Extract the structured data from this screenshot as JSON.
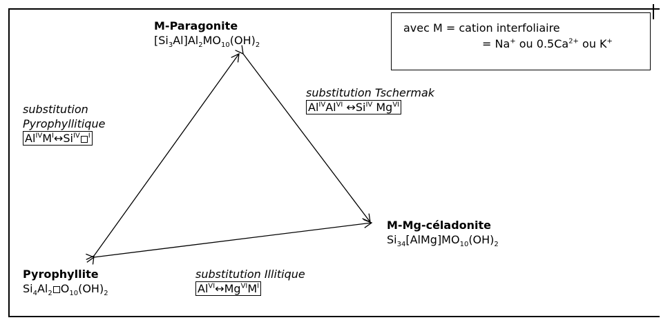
{
  "nodes": {
    "paragonite": {
      "name": "M-Paragonite",
      "formula": [
        "[Si",
        "3",
        "Al]Al",
        "2",
        "MO",
        "10",
        "(OH)",
        "2"
      ]
    },
    "celadonite": {
      "name": "M-Mg-céladonite",
      "formula": [
        "Si",
        "34",
        "[AlMg]MO",
        "10",
        "(OH)",
        "2"
      ]
    },
    "pyrophyllite": {
      "name": "Pyrophyllite",
      "formula": [
        "Si",
        "4",
        "Al",
        "2",
        "O",
        "10",
        "(OH)",
        "2"
      ]
    }
  },
  "legend": {
    "line1": "avec M = cation interfoliaire",
    "line2_prefix": "= Na",
    "na_charge": "+",
    "or1": " ou 0.5Ca",
    "ca_charge": "2+",
    "or2": " ou K",
    "k_charge": "+"
  },
  "substitutions": {
    "tschermak": {
      "label": "substitution Tschermak",
      "parts": [
        "Al",
        "IV",
        "Al",
        "VI",
        " ↔Si",
        "IV",
        " Mg",
        "VI"
      ]
    },
    "pyrophyllitique": {
      "label_line1": "substitution",
      "label_line2": "Pyrophyllitique",
      "parts": [
        "Al",
        "IV",
        "M",
        "I",
        "↔Si",
        "IV",
        "I"
      ]
    },
    "illitique": {
      "label": "substitution Illitique",
      "parts": [
        "Al",
        "VI",
        "↔Mg",
        "VI",
        "M",
        "I"
      ]
    }
  },
  "icons": {
    "vacancy": "vacancy-square-icon",
    "exchange": "double-arrow-icon"
  }
}
